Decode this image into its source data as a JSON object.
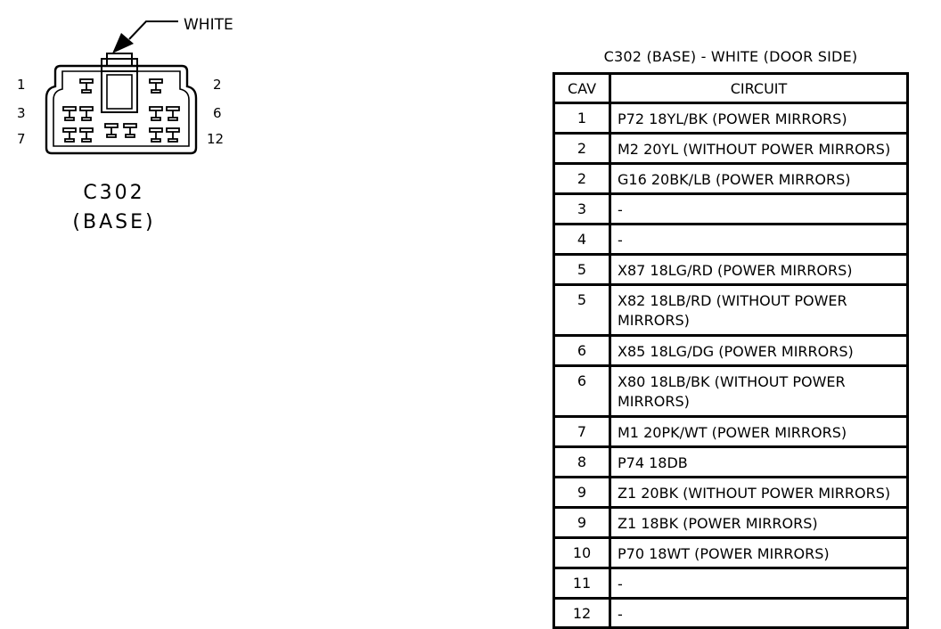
{
  "connector": {
    "label_line1": "C302",
    "label_line2": "(BASE)",
    "color_callout": "WHITE",
    "pin_labels": {
      "p1": "1",
      "p2": "2",
      "p3": "3",
      "p6": "6",
      "p7": "7",
      "p12": "12"
    }
  },
  "table": {
    "title": "C302 (BASE) - WHITE (DOOR SIDE)",
    "headers": {
      "cav": "CAV",
      "circuit": "CIRCUIT"
    },
    "rows": [
      {
        "cav": "1",
        "circuit": "P72 18YL/BK (POWER MIRRORS)"
      },
      {
        "cav": "2",
        "circuit": "M2 20YL (WITHOUT POWER MIRRORS)"
      },
      {
        "cav": "2",
        "circuit": "G16 20BK/LB (POWER MIRRORS)"
      },
      {
        "cav": "3",
        "circuit": "-"
      },
      {
        "cav": "4",
        "circuit": "-"
      },
      {
        "cav": "5",
        "circuit": "X87 18LG/RD (POWER MIRRORS)"
      },
      {
        "cav": "5",
        "circuit": "X82 18LB/RD (WITHOUT POWER MIRRORS)"
      },
      {
        "cav": "6",
        "circuit": "X85 18LG/DG (POWER MIRRORS)"
      },
      {
        "cav": "6",
        "circuit": "X80 18LB/BK (WITHOUT POWER MIRRORS)"
      },
      {
        "cav": "7",
        "circuit": "M1 20PK/WT (POWER MIRRORS)"
      },
      {
        "cav": "8",
        "circuit": "P74 18DB"
      },
      {
        "cav": "9",
        "circuit": "Z1 20BK (WITHOUT POWER MIRRORS)"
      },
      {
        "cav": "9",
        "circuit": "Z1 18BK (POWER MIRRORS)"
      },
      {
        "cav": "10",
        "circuit": "P70 18WT (POWER MIRRORS)"
      },
      {
        "cav": "11",
        "circuit": "-"
      },
      {
        "cav": "12",
        "circuit": "-"
      }
    ]
  }
}
